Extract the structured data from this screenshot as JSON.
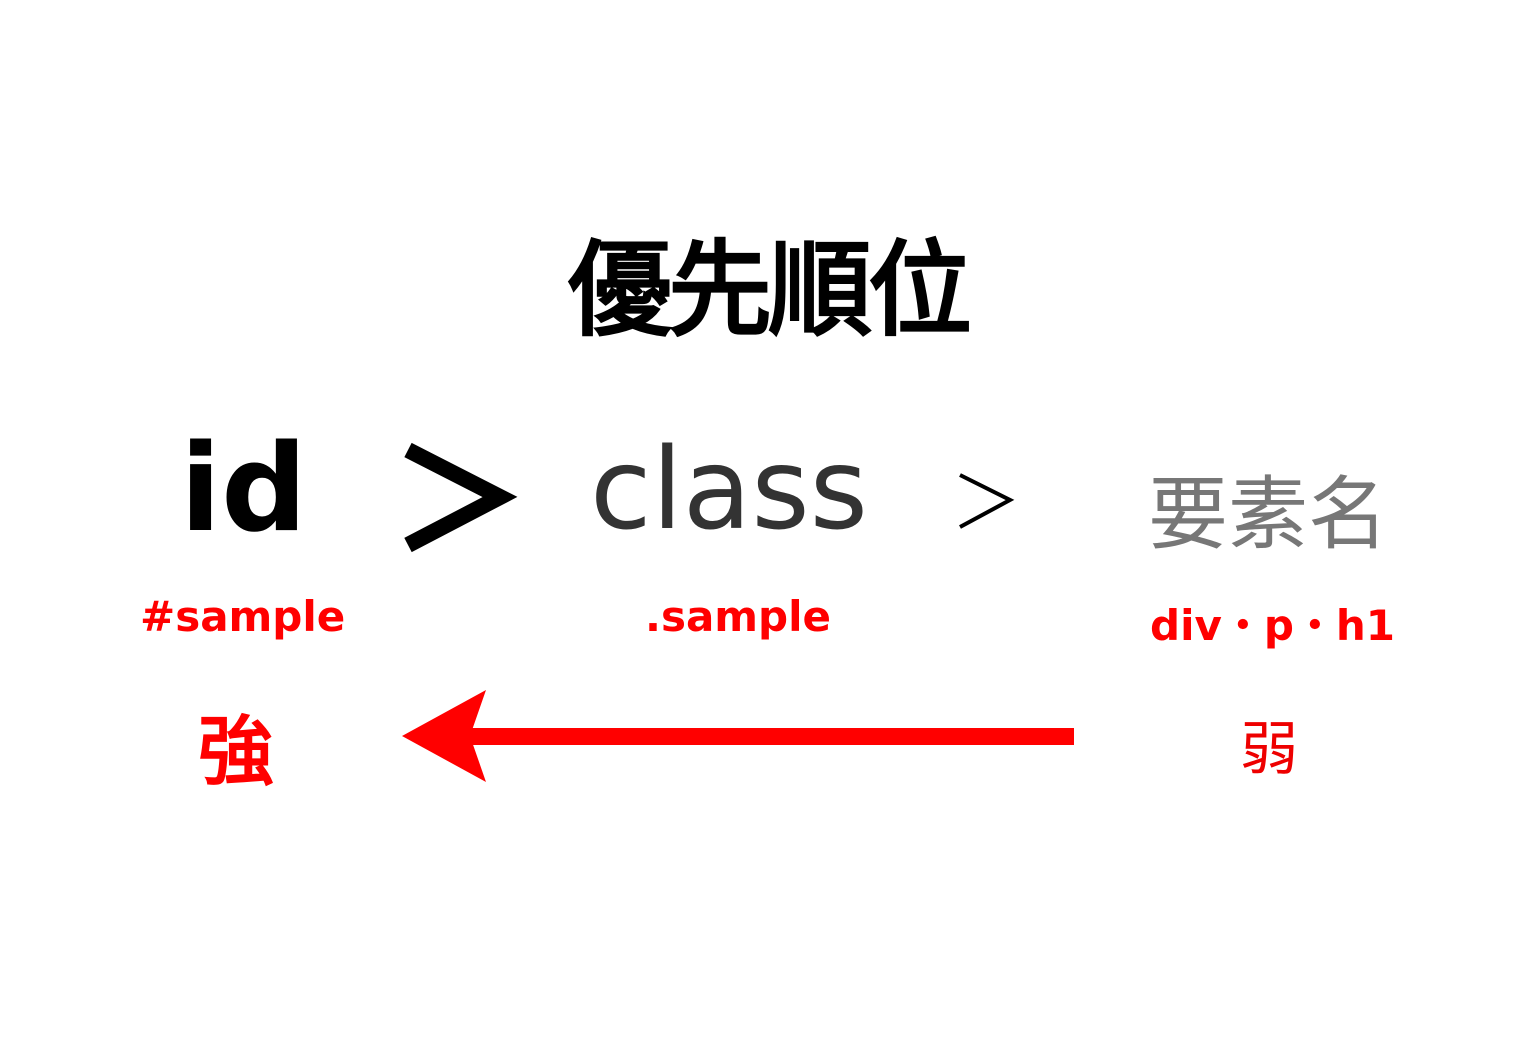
{
  "title": "優先順位",
  "items": [
    {
      "label": "id",
      "example": "#sample"
    },
    {
      "label": "class",
      "example": ".sample"
    },
    {
      "label": "要素名",
      "example": "div・p・h1"
    }
  ],
  "strength": {
    "strong": "強",
    "weak": "弱"
  },
  "colors": {
    "accent": "#ff0000",
    "id": "#000000",
    "class": "#333333",
    "element": "#777777"
  }
}
